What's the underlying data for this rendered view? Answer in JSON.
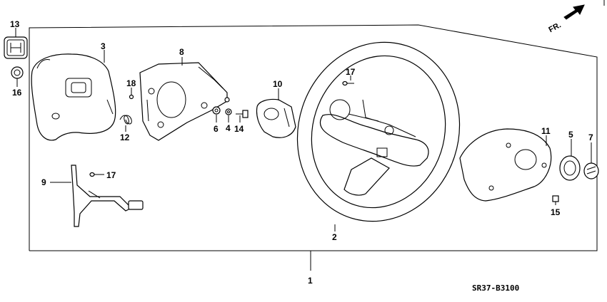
{
  "callouts": {
    "c1": "1",
    "c2": "2",
    "c3": "3",
    "c4": "4",
    "c5": "5",
    "c6": "6",
    "c7": "7",
    "c8": "8",
    "c9": "9",
    "c10": "10",
    "c11": "11",
    "c12": "12",
    "c13": "13",
    "c14": "14",
    "c15": "15",
    "c16": "16",
    "c17a": "17",
    "c17b": "17",
    "c18": "18"
  },
  "direction_label": "FR.",
  "diagram_code": "SR37-B3100"
}
